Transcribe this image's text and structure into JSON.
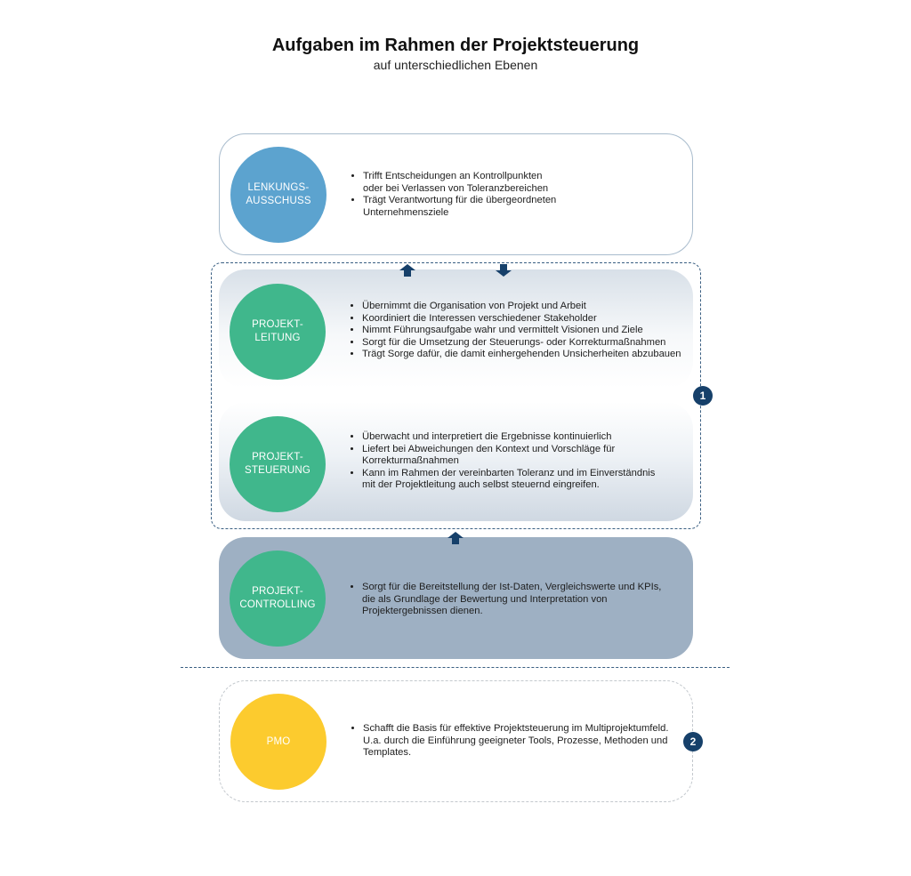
{
  "header": {
    "title": "Aufgaben im Rahmen der Projektsteuerung",
    "subtitle": "auf unterschiedlichen Ebenen"
  },
  "colors": {
    "blue_circle": "#5ca3cf",
    "green_circle": "#40b78c",
    "yellow_circle": "#fccb2e",
    "navy": "#16406a",
    "border_blue": "#3a5f82"
  },
  "levels": [
    {
      "label": "LENKUNGS-\nAUSSCHUSS",
      "bullets": [
        "Trifft Entscheidungen an Kontrollpunkten\noder bei Verlassen von Toleranzbereichen",
        "Trägt Verantwortung für die übergeordneten\nUnternehmensziele"
      ]
    },
    {
      "label": "PROJEKT-\nLEITUNG",
      "bullets": [
        "Übernimmt die Organisation von Projekt und Arbeit",
        "Koordiniert die Interessen verschiedener Stakeholder",
        "Nimmt Führungsaufgabe wahr und vermittelt Visionen und Ziele",
        "Sorgt für die Umsetzung der Steuerungs- oder Korrekturmaßnahmen",
        "Trägt Sorge dafür, die damit einhergehenden Unsicherheiten abzubauen"
      ]
    },
    {
      "label": "PROJEKT-\nSTEUERUNG",
      "bullets": [
        "Überwacht und interpretiert die Ergebnisse kontinuierlich",
        "Liefert bei Abweichungen den Kontext und  Vorschläge für\nKorrekturmaßnahmen",
        "Kann im Rahmen der vereinbarten Toleranz und im  Einverständnis\nmit der Projektleitung auch selbst steuernd eingreifen."
      ]
    },
    {
      "label": "PROJEKT-\nCONTROLLING",
      "bullets": [
        "Sorgt für die Bereitstellung der Ist-Daten, Vergleichswerte und KPIs,\ndie als Grundlage der Bewertung und Interpretation von\nProjektergebnissen dienen."
      ]
    },
    {
      "label": "PMO",
      "bullets": [
        "Schafft die Basis für effektive Projektsteuerung im Multiprojektumfeld.\nU.a. durch die Einführung geeigneter Tools, Prozesse, Methoden und\nTemplates."
      ]
    }
  ],
  "badges": [
    "1",
    "2"
  ]
}
